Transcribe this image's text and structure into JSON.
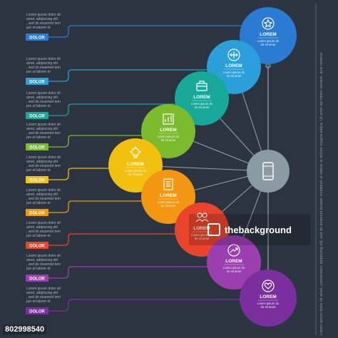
{
  "hub": {
    "icon": "smartphone-icon",
    "color": "#8a9aa3"
  },
  "steps": [
    {
      "label": "LOREM",
      "body": "Lorem ipsum dolor sit amet",
      "color": "#2a7bd1",
      "icon": "star-icon",
      "tag": "DOLOR",
      "text": "Lorem ipsum dolor sit amet, adipiscing elit, sed do eiusmod tempor et labore et"
    },
    {
      "label": "LOREM",
      "body": "Lorem ipsum dolor sit amet",
      "color": "#2b9fd9",
      "icon": "arrows-icon",
      "tag": "DOLOR",
      "text": "Lorem ipsum dolor sit amet, adipiscing elit, sed do eiusmod tempor et labore et"
    },
    {
      "label": "LOREM",
      "body": "Lorem ipsum dolor sit amet",
      "color": "#17a89a",
      "icon": "briefcase-icon",
      "tag": "DOLOR",
      "text": "Lorem ipsum dolor sit amet, adipiscing elit, sed do eiusmod tempor et labore et"
    },
    {
      "label": "LOREM",
      "body": "Lorem ipsum dolor sit amet",
      "color": "#7dbb2e",
      "icon": "chart-icon",
      "tag": "DOLOR",
      "text": "Lorem ipsum dolor sit amet, adipiscing elit, sed do eiusmod tempor et labore et"
    },
    {
      "label": "LOREM",
      "body": "Lorem ipsum dolor sit amet",
      "color": "#f2c00e",
      "icon": "bulb-icon",
      "tag": "DOLOR",
      "text": "Lorem ipsum dolor sit amet, adipiscing elit, sed do eiusmod tempor et labore et"
    },
    {
      "label": "LOREM",
      "body": "Lorem ipsum dolor sit amet",
      "color": "#f39712",
      "icon": "document-icon",
      "tag": "DOLOR",
      "text": "Lorem ipsum dolor sit amet, adipiscing elit, sed do eiusmod tempor et labore et"
    },
    {
      "label": "LOREM",
      "body": "Lorem ipsum dolor sit amet",
      "color": "#e8452c",
      "icon": "people-icon",
      "tag": "DOLOR",
      "text": "Lorem ipsum dolor sit amet, adipiscing elit, sed do eiusmod tempor et labore et"
    },
    {
      "label": "LOREM",
      "body": "Lorem ipsum dolor sit amet",
      "color": "#9b3fb0",
      "icon": "trend-icon",
      "tag": "DOLOR",
      "text": "Lorem ipsum dolor sit amet, adipiscing elit, sed do eiusmod tempor et labore et"
    },
    {
      "label": "LOREM",
      "body": "Lorem ipsum dolor sit amet",
      "color": "#7b2f9e",
      "icon": "heart-icon",
      "tag": "DOLOR",
      "text": "Lorem ipsum dolor sit amet, adipiscing elit, sed do eiusmod tempor et labore et"
    }
  ],
  "side_text": "Lorem ipsum dolor sit amet, consectetur adipiscing elit, sed do eiusmod tempor incididunt ut labore et dolore magna aliqua. Ut enim ad minim veniam, quis nostrud",
  "watermark": {
    "id": "802998540",
    "brand": "thebackground"
  }
}
